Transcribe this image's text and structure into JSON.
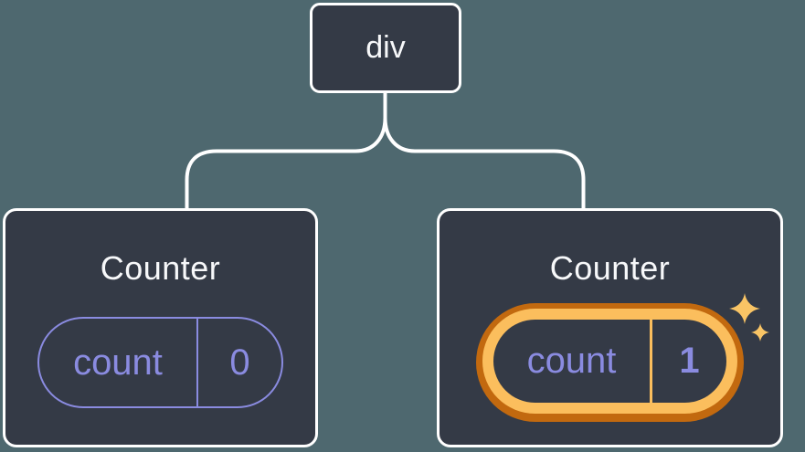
{
  "diagram": {
    "root": {
      "label": "div"
    },
    "children": [
      {
        "title": "Counter",
        "state_name": "count",
        "state_value": "0",
        "highlighted": false
      },
      {
        "title": "Counter",
        "state_name": "count",
        "state_value": "1",
        "highlighted": true
      }
    ]
  },
  "colors": {
    "background": "#4E686F",
    "card": "#343A46",
    "card_border": "#FFFFFF",
    "connector": "#FFFFFF",
    "state_purple": "#8A8BE0",
    "orange_dark": "#C2690F",
    "orange_light": "#FBBE5D",
    "sparkle": "#F9C465",
    "title_text": "#F7F8FA"
  }
}
